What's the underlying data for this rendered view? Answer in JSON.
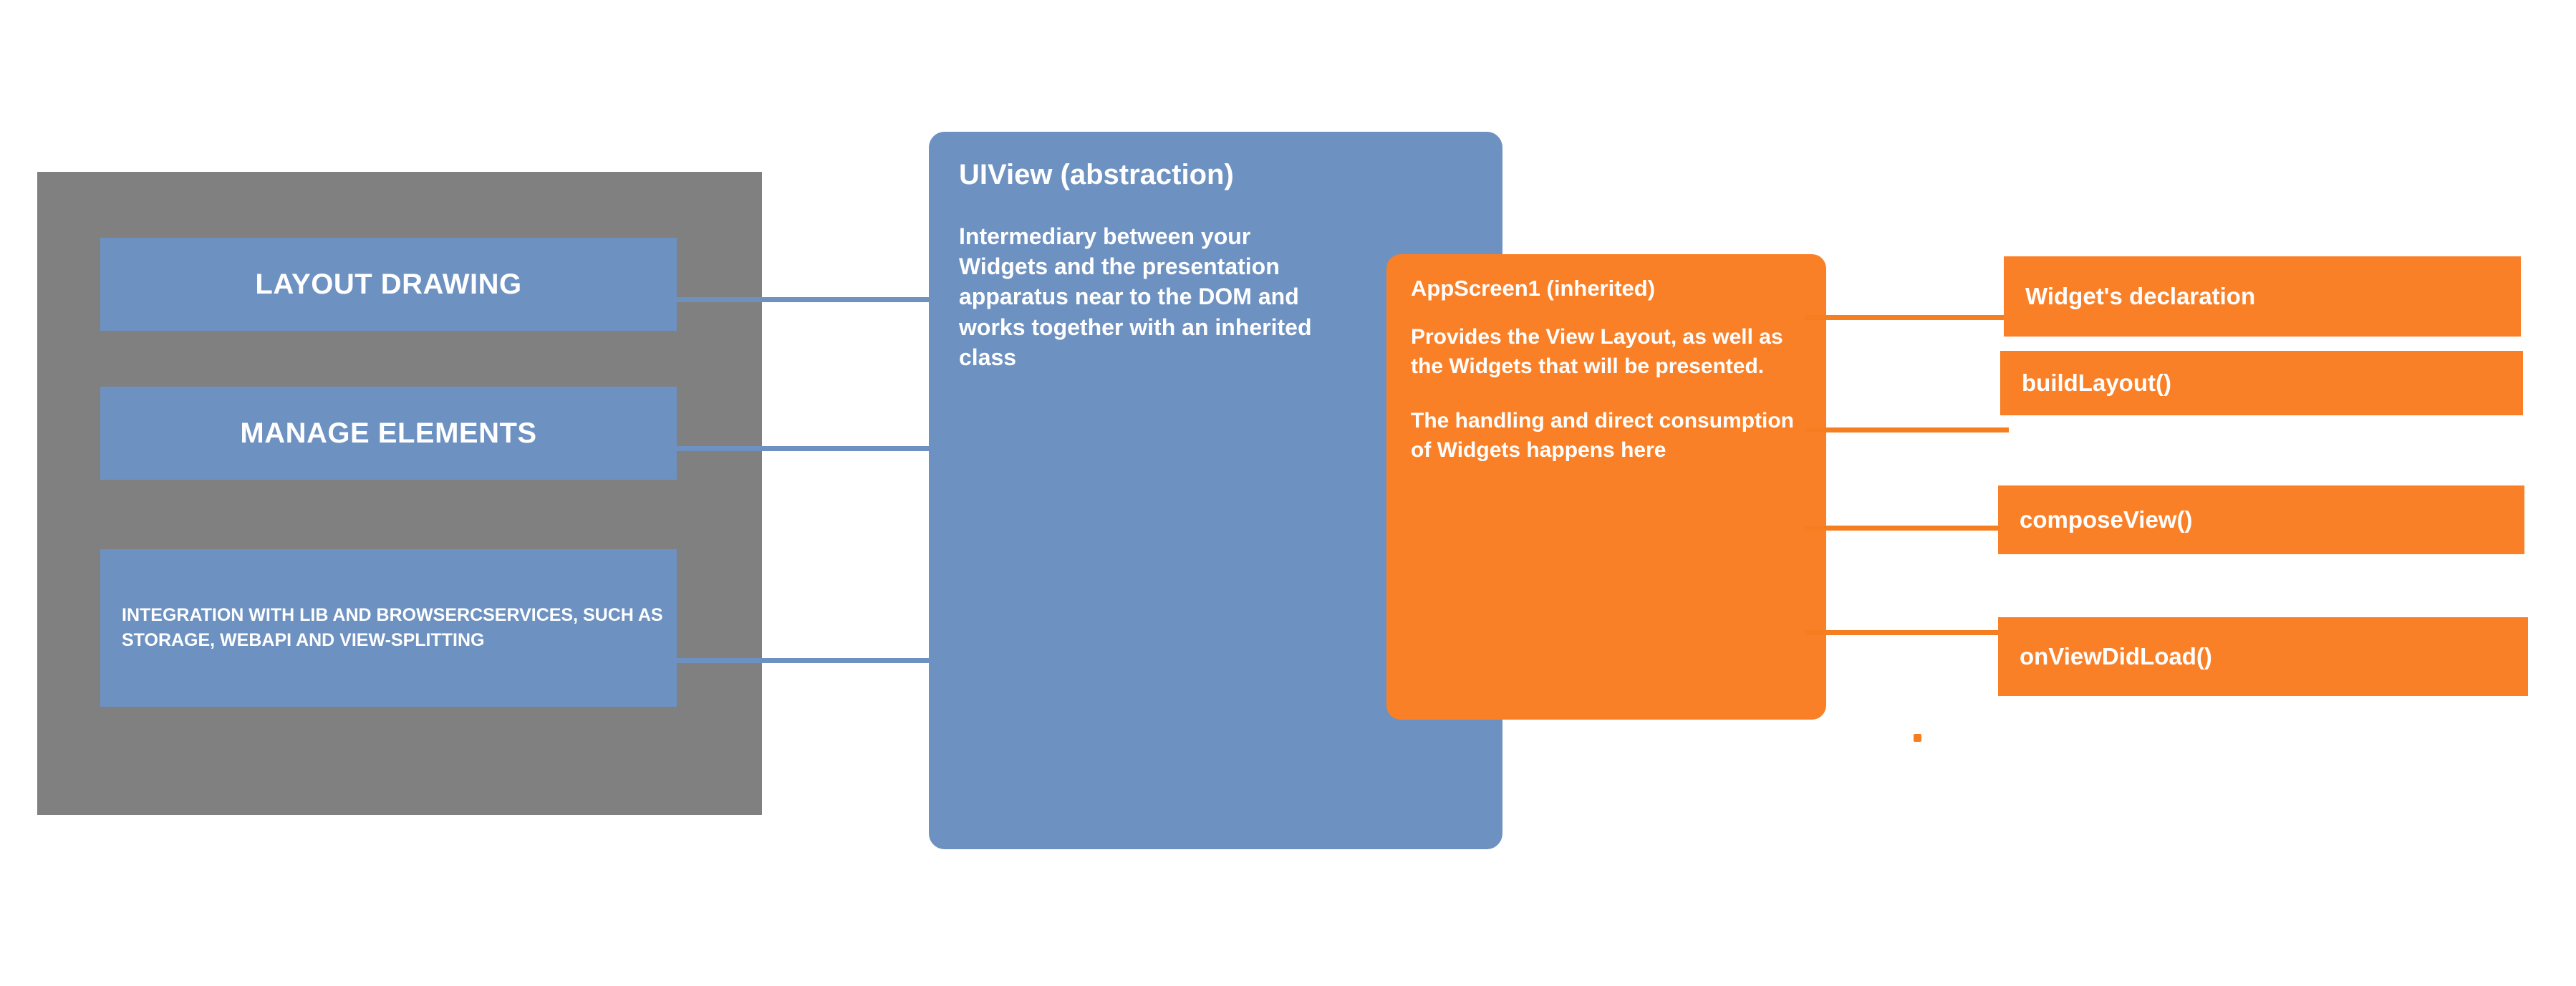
{
  "diagram": {
    "title_context": "UIView architecture overview",
    "colors": {
      "grey_container": "#808080",
      "blue_box": "#6D91C1",
      "orange_box": "#FA8028",
      "orange_line": "#F57F20",
      "text": "#FFFFFF",
      "background": "#FFFFFF"
    },
    "left_group": {
      "container_label": "responsibilities-group",
      "items": [
        {
          "label": "LAYOUT DRAWING"
        },
        {
          "label": "MANAGE ELEMENTS"
        },
        {
          "label": "INTEGRATION WITH LIB AND BROWSERCSERVICES, SUCH AS STORAGE,  WEBAPI AND VIEW-SPLITTING"
        }
      ]
    },
    "uiview": {
      "title": "UIView (abstraction)",
      "body": "Intermediary between your Widgets and the presentation apparatus near to the DOM and works together with an inherited class"
    },
    "appscreen": {
      "title": "AppScreen1 (inherited)",
      "body_1": "Provides the View Layout, as well as the Widgets that will be presented.",
      "body_2": "The handling and direct consumption of Widgets happens here"
    },
    "members": [
      {
        "label": "Widget's declaration"
      },
      {
        "label": "buildLayout()"
      },
      {
        "label": "composeView()"
      },
      {
        "label": "onViewDidLoad()"
      }
    ]
  }
}
